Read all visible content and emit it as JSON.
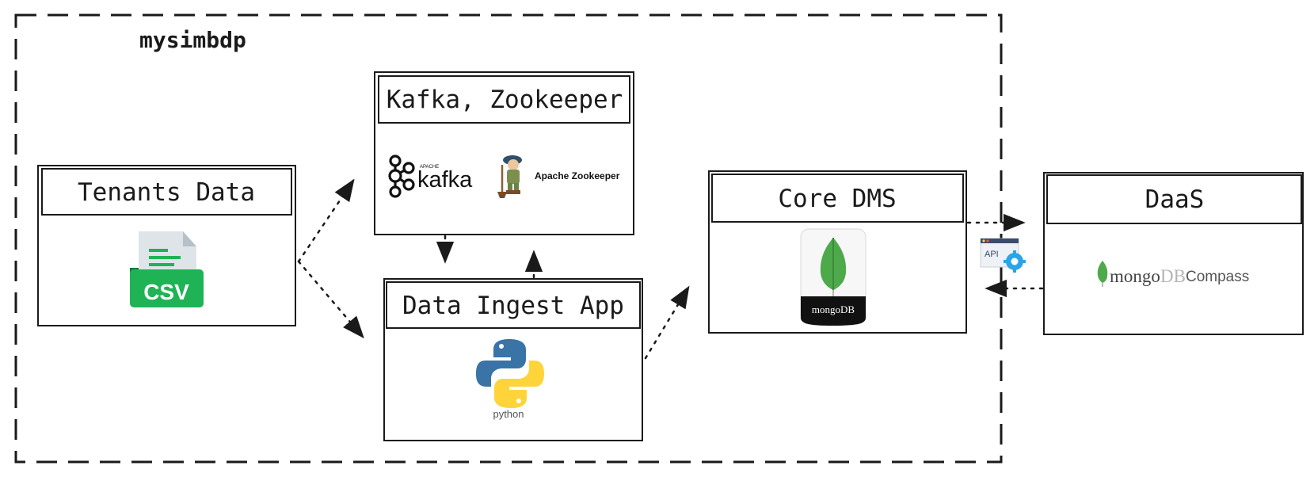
{
  "boundary": {
    "title": "mysimbdp"
  },
  "nodes": {
    "tenants": {
      "title": "Tenants Data",
      "icon": "csv-file-icon",
      "icon_text": "CSV"
    },
    "kafka": {
      "title": "Kafka, Zookeeper",
      "kafka_logo": "kafka",
      "kafka_logo_prefix": "APACHE",
      "zookeeper_caption": "Apache Zookeeper"
    },
    "ingest": {
      "title": "Data Ingest App",
      "python_caption": "python"
    },
    "core": {
      "title": "Core DMS",
      "mongodb_caption": "mongoDB"
    },
    "daas": {
      "title": "DaaS",
      "compass_mongo": "mongo",
      "compass_db": "DB",
      "compass_word": "Compass"
    }
  },
  "api_badge": {
    "text": "API"
  },
  "colors": {
    "csv_green": "#1fb355",
    "csv_paper": "#dfe4e8",
    "python_blue": "#3a73a6",
    "python_yellow": "#ffd43b",
    "mongo_leaf": "#4ea94b",
    "mongo_leaf_dark": "#3d8b3a",
    "gear_blue": "#2aa5e6",
    "line": "#1a1a1a"
  }
}
